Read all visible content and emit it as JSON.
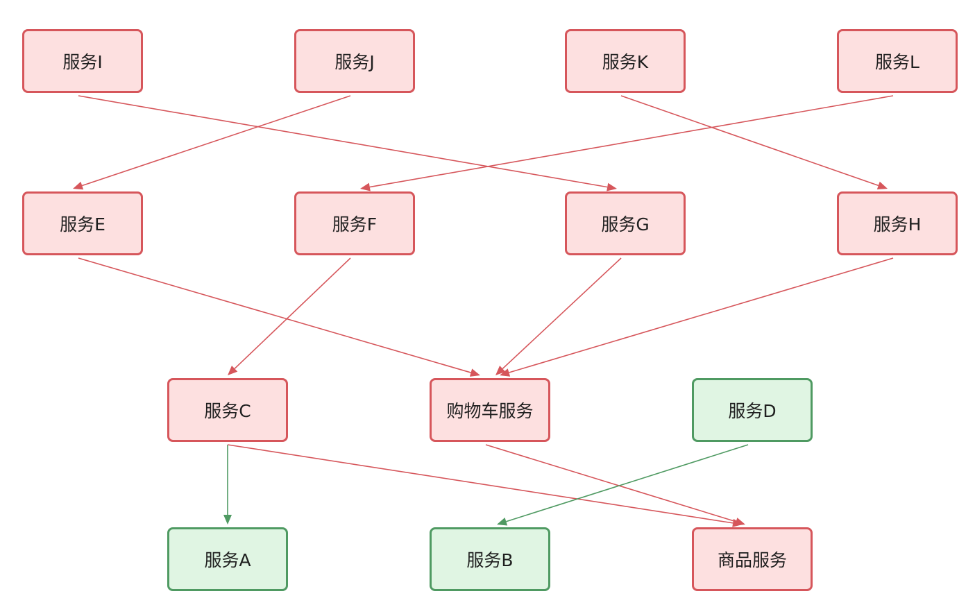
{
  "colors": {
    "failing_fill": "#fde0e0",
    "failing_border": "#d6565b",
    "failing_edge": "#d6565b",
    "healthy_fill": "#e0f5e3",
    "healthy_border": "#4f9a62",
    "healthy_edge": "#4f9a62"
  },
  "nodes": {
    "I": {
      "label": "服务I",
      "status": "failing"
    },
    "J": {
      "label": "服务J",
      "status": "failing"
    },
    "K": {
      "label": "服务K",
      "status": "failing"
    },
    "L": {
      "label": "服务L",
      "status": "failing"
    },
    "E": {
      "label": "服务E",
      "status": "failing"
    },
    "F": {
      "label": "服务F",
      "status": "failing"
    },
    "G": {
      "label": "服务G",
      "status": "failing"
    },
    "H": {
      "label": "服务H",
      "status": "failing"
    },
    "C": {
      "label": "服务C",
      "status": "failing"
    },
    "CART": {
      "label": "购物车服务",
      "status": "failing"
    },
    "D": {
      "label": "服务D",
      "status": "healthy"
    },
    "A": {
      "label": "服务A",
      "status": "healthy"
    },
    "B": {
      "label": "服务B",
      "status": "healthy"
    },
    "PROD": {
      "label": "商品服务",
      "status": "failing"
    }
  },
  "edges": [
    {
      "from": "I",
      "to": "G",
      "status": "failing"
    },
    {
      "from": "J",
      "to": "E",
      "status": "failing"
    },
    {
      "from": "K",
      "to": "H",
      "status": "failing"
    },
    {
      "from": "L",
      "to": "F",
      "status": "failing"
    },
    {
      "from": "E",
      "to": "CART",
      "status": "failing"
    },
    {
      "from": "F",
      "to": "C",
      "status": "failing"
    },
    {
      "from": "G",
      "to": "CART",
      "status": "failing"
    },
    {
      "from": "H",
      "to": "CART",
      "status": "failing"
    },
    {
      "from": "C",
      "to": "A",
      "status": "healthy"
    },
    {
      "from": "C",
      "to": "PROD",
      "status": "failing"
    },
    {
      "from": "CART",
      "to": "PROD",
      "status": "failing"
    },
    {
      "from": "D",
      "to": "B",
      "status": "healthy"
    }
  ]
}
